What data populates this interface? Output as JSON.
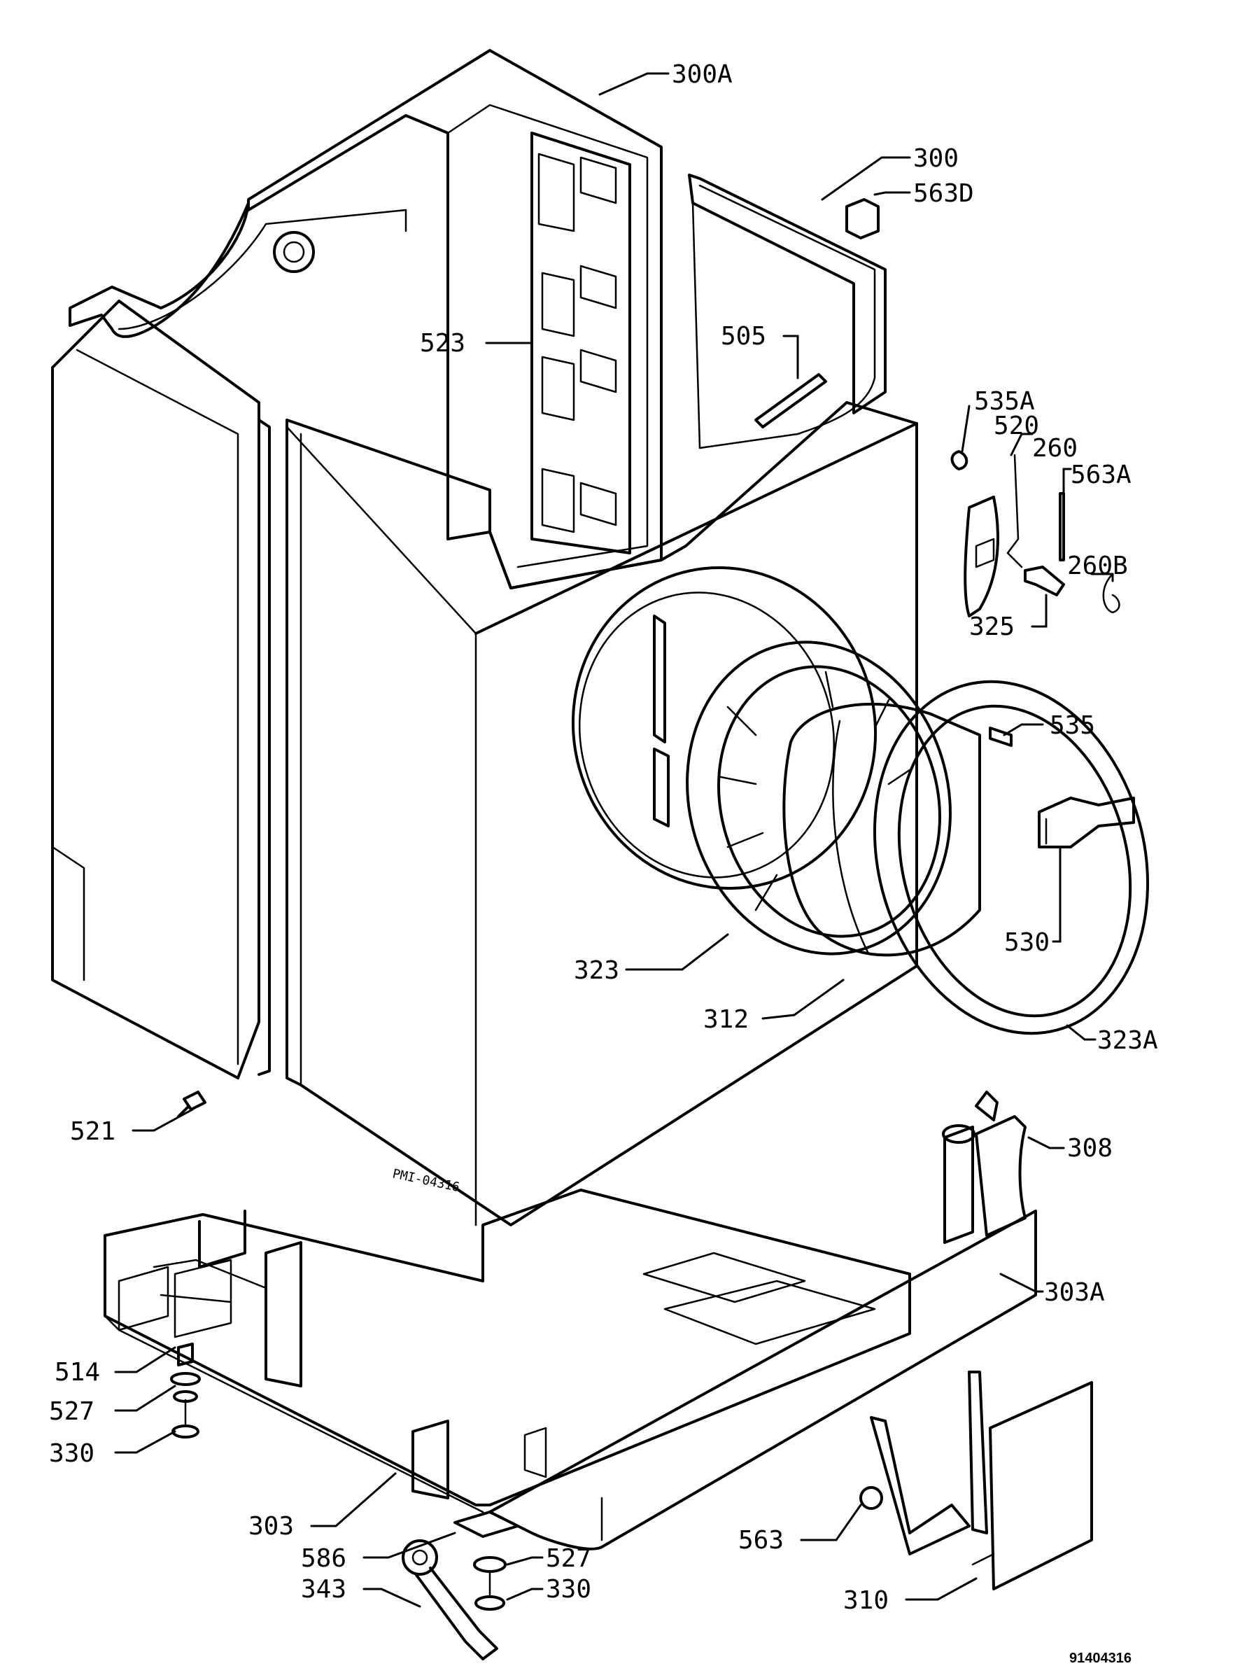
{
  "labels": {
    "p300A": "300A",
    "p300": "300",
    "p563D": "563D",
    "p523": "523",
    "p505": "505",
    "p535A": "535A",
    "p520": "520",
    "p260": "260",
    "p563A": "563A",
    "p260B": "260B",
    "p325": "325",
    "p535": "535",
    "p530": "530",
    "p323": "323",
    "p312": "312",
    "p323A": "323A",
    "p521": "521",
    "p308": "308",
    "p303A": "303A",
    "p514": "514",
    "p527a": "527",
    "p330a": "330",
    "p303": "303",
    "p586": "586",
    "p527b": "527",
    "p330b": "330",
    "p343": "343",
    "p563": "563",
    "p310": "310"
  },
  "stamp": "PMI-04316",
  "reference": "91404316"
}
